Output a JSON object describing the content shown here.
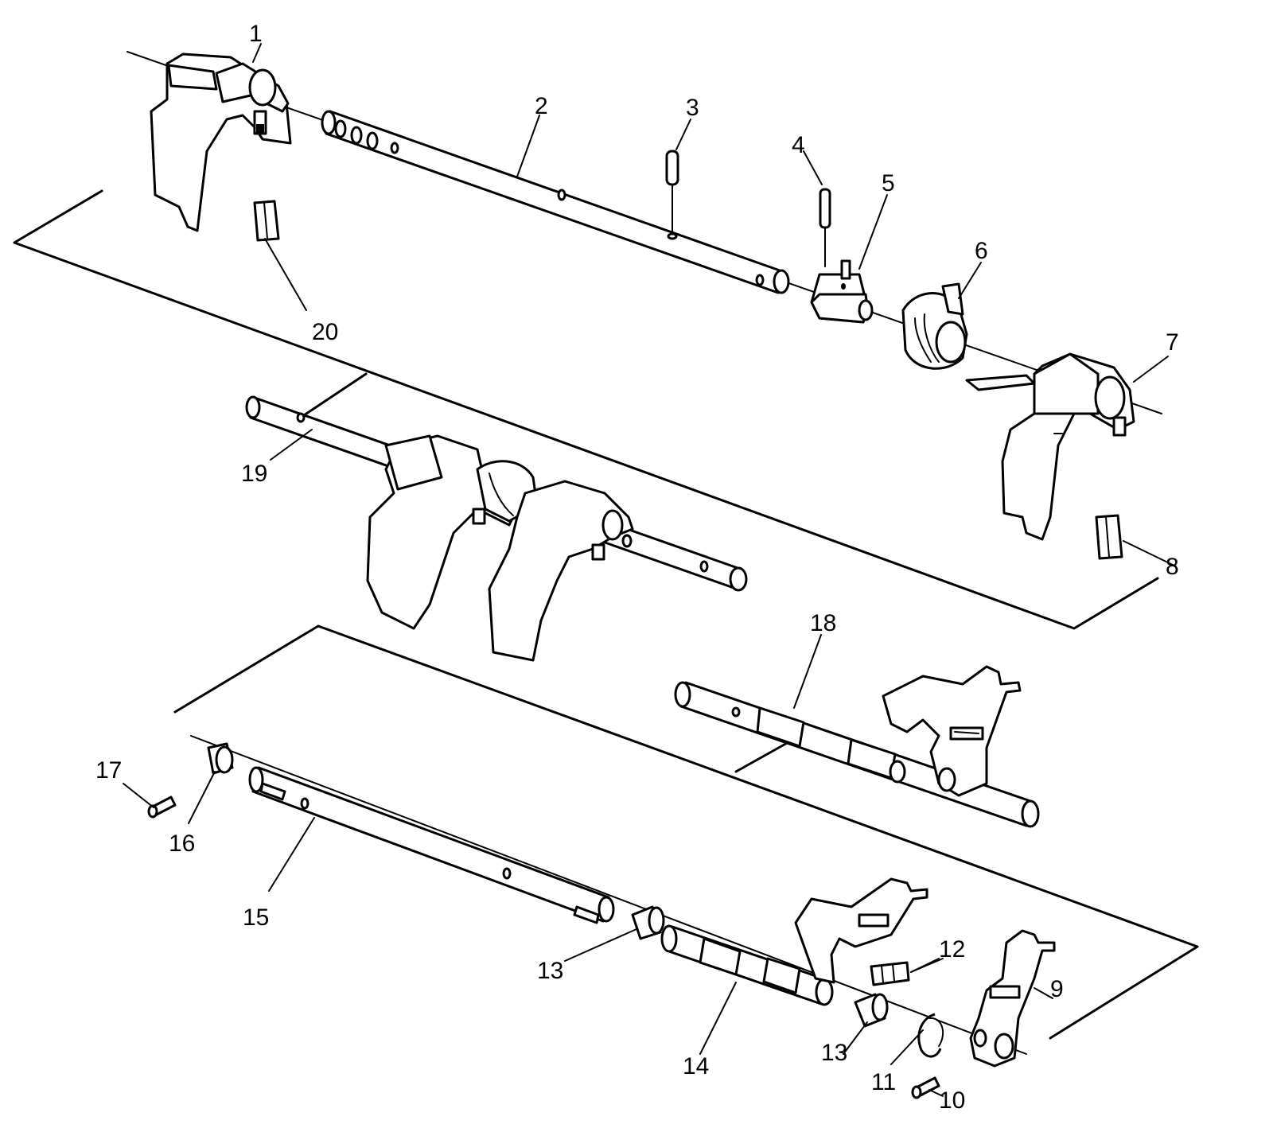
{
  "callouts": [
    {
      "id": "c1",
      "label": "1"
    },
    {
      "id": "c2",
      "label": "2"
    },
    {
      "id": "c3",
      "label": "3"
    },
    {
      "id": "c4",
      "label": "4"
    },
    {
      "id": "c5",
      "label": "5"
    },
    {
      "id": "c6",
      "label": "6"
    },
    {
      "id": "c7",
      "label": "7"
    },
    {
      "id": "c8",
      "label": "8"
    },
    {
      "id": "c9",
      "label": "9"
    },
    {
      "id": "c10",
      "label": "10"
    },
    {
      "id": "c11",
      "label": "11"
    },
    {
      "id": "c12",
      "label": "12"
    },
    {
      "id": "c13a",
      "label": "13"
    },
    {
      "id": "c13b",
      "label": "13"
    },
    {
      "id": "c14",
      "label": "14"
    },
    {
      "id": "c15",
      "label": "15"
    },
    {
      "id": "c16",
      "label": "16"
    },
    {
      "id": "c17",
      "label": "17"
    },
    {
      "id": "c18",
      "label": "18"
    },
    {
      "id": "c19",
      "label": "19"
    },
    {
      "id": "c20",
      "label": "20"
    }
  ]
}
